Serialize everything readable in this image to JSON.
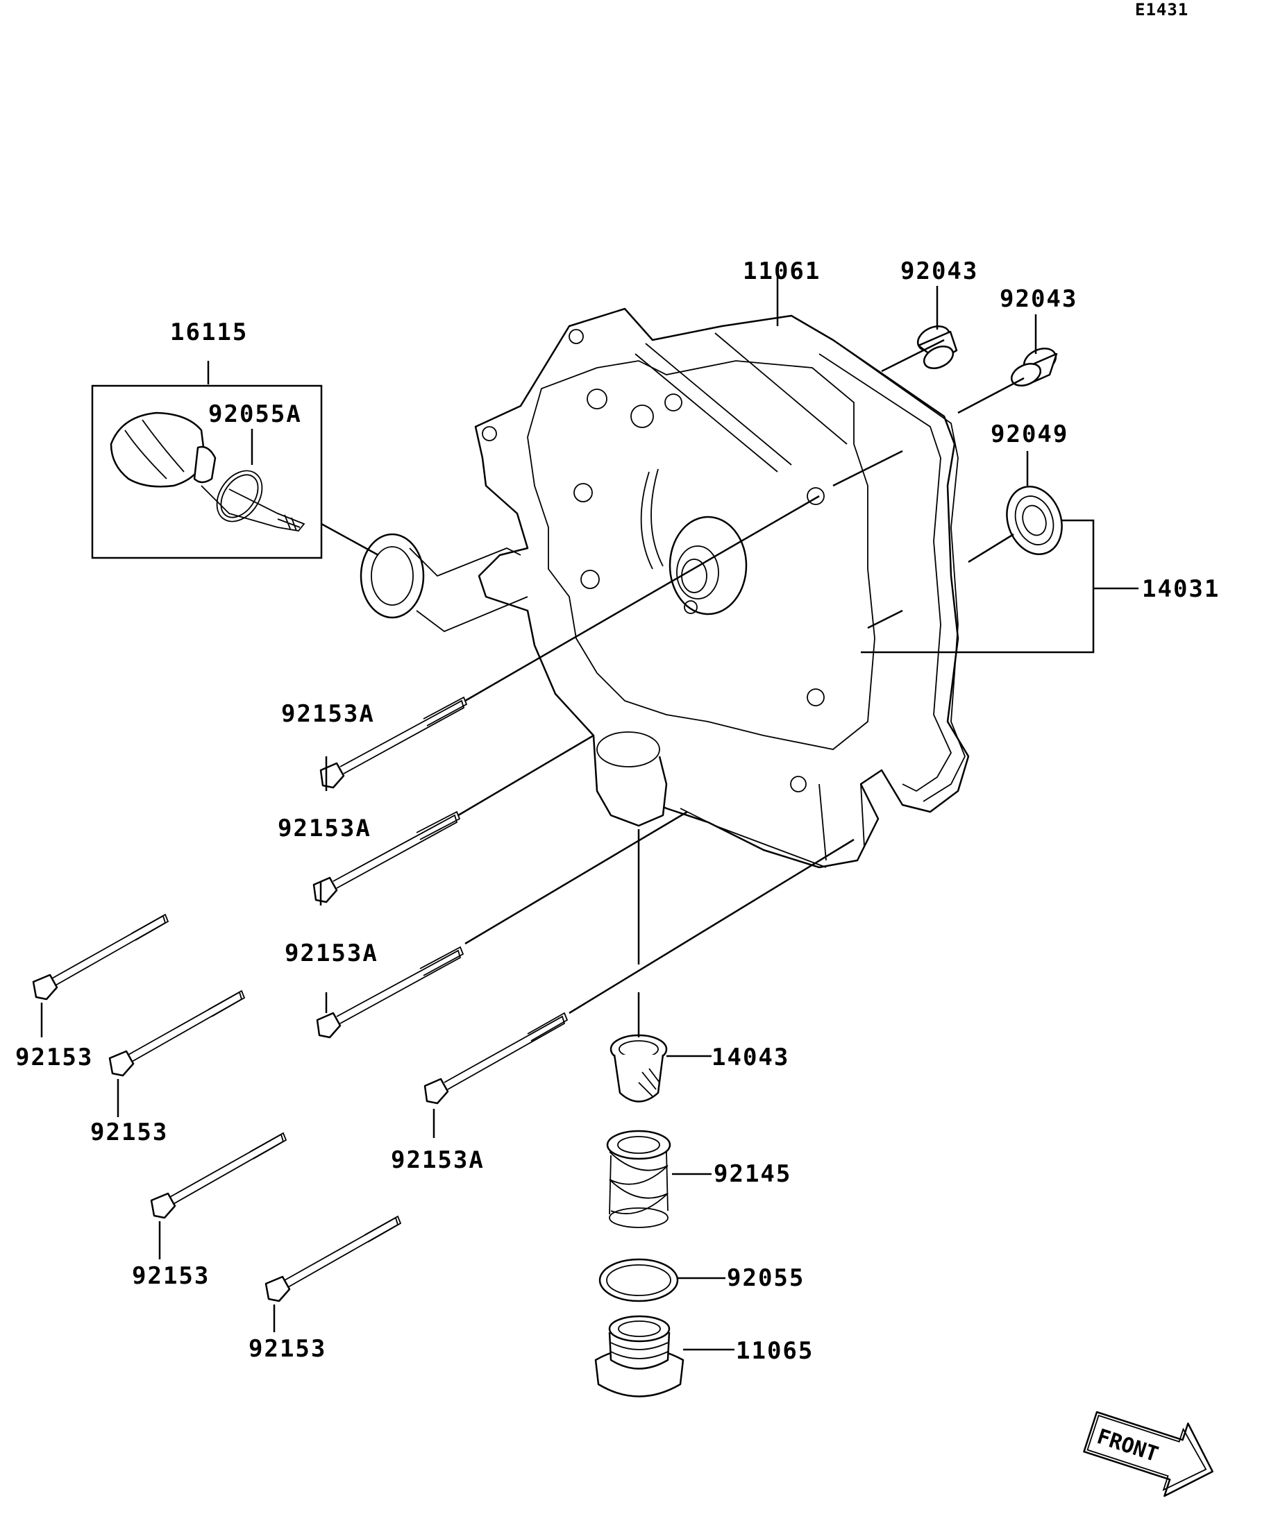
{
  "diagram": {
    "reference_code": "E1431",
    "front_marker": "FRONT",
    "parts": [
      {
        "id": "p-16115",
        "number": "16115"
      },
      {
        "id": "p-92055A",
        "number": "92055A"
      },
      {
        "id": "p-11061",
        "number": "11061"
      },
      {
        "id": "p-92043-a",
        "number": "92043"
      },
      {
        "id": "p-92043-b",
        "number": "92043"
      },
      {
        "id": "p-92049",
        "number": "92049"
      },
      {
        "id": "p-14031",
        "number": "14031"
      },
      {
        "id": "p-92153A-1",
        "number": "92153A"
      },
      {
        "id": "p-92153A-2",
        "number": "92153A"
      },
      {
        "id": "p-92153A-3",
        "number": "92153A"
      },
      {
        "id": "p-92153A-4",
        "number": "92153A"
      },
      {
        "id": "p-92153-1",
        "number": "92153"
      },
      {
        "id": "p-92153-2",
        "number": "92153"
      },
      {
        "id": "p-92153-3",
        "number": "92153"
      },
      {
        "id": "p-92153-4",
        "number": "92153"
      },
      {
        "id": "p-14043",
        "number": "14043"
      },
      {
        "id": "p-92145",
        "number": "92145"
      },
      {
        "id": "p-92055",
        "number": "92055"
      },
      {
        "id": "p-11065",
        "number": "11065"
      }
    ]
  }
}
